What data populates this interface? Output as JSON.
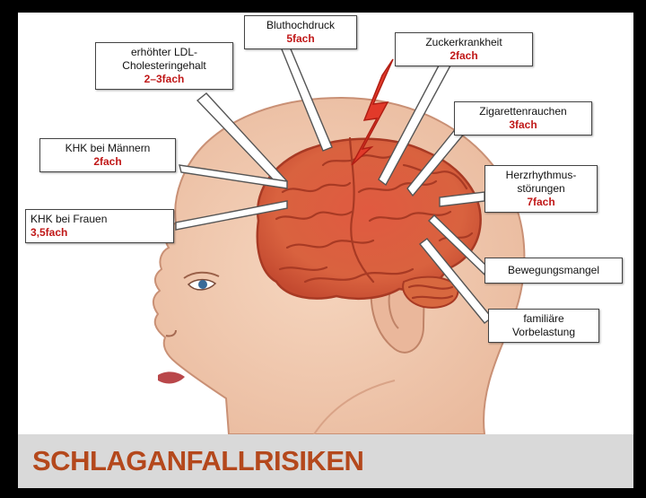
{
  "title": "SCHLAGANFALLRISIKEN",
  "colors": {
    "accent": "#c01818",
    "title": "#b4481c",
    "title_bar": "#d9d9d9",
    "frame": "#000000"
  },
  "labels": {
    "bluthochdruck": {
      "text": "Bluthochdruck",
      "factor": "5fach"
    },
    "ldl": {
      "text1": "erhöhter LDL-",
      "text2": "Cholesteringehalt",
      "factor": "2–3fach"
    },
    "zucker": {
      "text": "Zuckerkrankheit",
      "factor": "2fach"
    },
    "zigaretten": {
      "text": "Zigarettenrauchen",
      "factor": "3fach"
    },
    "khk_maenner": {
      "text": "KHK bei Männern",
      "factor": "2fach"
    },
    "herz": {
      "text1": "Herzrhythmus-",
      "text2": "störungen",
      "factor": "7fach"
    },
    "khk_frauen": {
      "text": "KHK bei Frauen",
      "factor": "3,5fach"
    },
    "bewegung": {
      "text": "Bewegungsmangel"
    },
    "familie": {
      "text1": "familiäre",
      "text2": "Vorbelastung"
    }
  }
}
